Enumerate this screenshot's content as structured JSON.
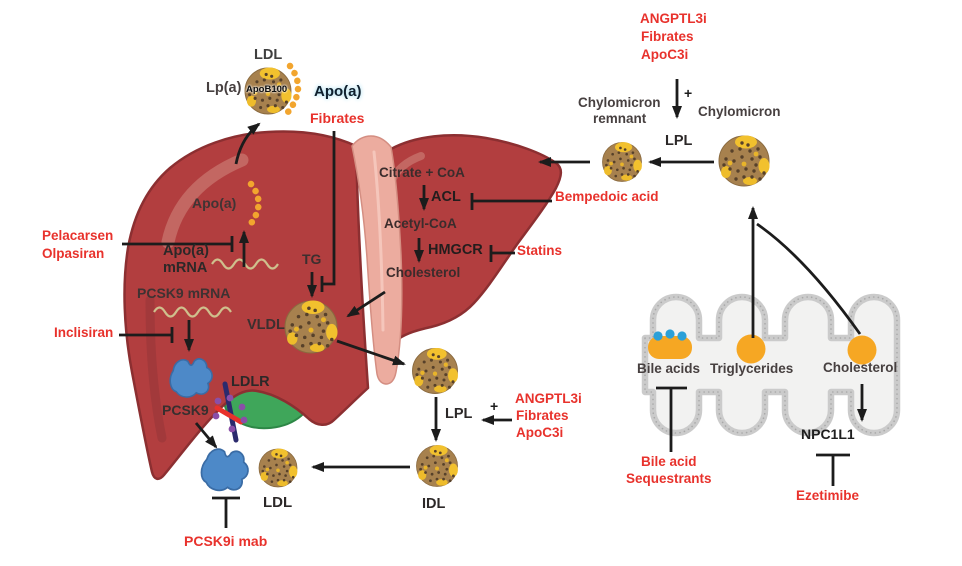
{
  "colors": {
    "drug_red": "#e8322c",
    "liver_red": "#b23e3f",
    "liver_outline": "#8c2f31",
    "vessel_pink": "#ecac9f",
    "particle_brown": "#a7814e",
    "particle_yellow": "#f2c12e",
    "apoa_gold": "#f2a52e",
    "pcsk9_blue": "#4d89c8",
    "gallbladder_green": "#3fa65a",
    "intestine_fill": "#f2f2f1",
    "membrane_gray": "#cbcbcb",
    "gut_orange": "#f6a723",
    "bile_dot_blue": "#2ba0d8",
    "ldlr_navy": "#2b2a6d",
    "ldlr_purple": "#8a4fa8",
    "arrow_black": "#1c1c1c",
    "label_dark": "#474040"
  },
  "lpa_complex": {
    "ldl": "LDL",
    "lpa": "Lp(a)",
    "apob100": "ApoB100",
    "apoa": "Apo(a)"
  },
  "liver": {
    "apoa": "Apo(a)",
    "apoa_mrna": [
      "Apo(a)",
      "mRNA"
    ],
    "pcsk9_mrna": "PCSK9 mRNA",
    "pcsk9": "PCSK9",
    "ldlr": "LDLR",
    "tg": "TG",
    "vldl": "VLDL",
    "citrate_coa": "Citrate + CoA",
    "acl": "ACL",
    "acetyl_coa": "Acetyl-CoA",
    "hmgcr": "HMGCR",
    "cholesterol": "Cholesterol"
  },
  "drugs": {
    "fibrates_top": "Fibrates",
    "pelacarsen": "Pelacarsen",
    "olpasiran": "Olpasiran",
    "inclisiran": "Inclisiran",
    "pcsk9i_mab": "PCSK9i mab",
    "bempedoic_acid": "Bempedoic acid",
    "statins": "Statins",
    "angptl3i_block": [
      "ANGPTL3i",
      "Fibrates",
      "ApoC3i"
    ],
    "bile_acid_sequestrants": [
      "Bile acid",
      "Sequestrants"
    ],
    "ezetimibe": "Ezetimibe"
  },
  "plasma": {
    "ldl": "LDL",
    "idl": "IDL",
    "lpl": "LPL",
    "plus": "+",
    "chylomicron": "Chylomicron",
    "chylomicron_remnant": [
      "Chylomicron",
      "remnant"
    ],
    "lpl_top": "LPL",
    "plus_top": "+"
  },
  "intestine": {
    "bile_acids": "Bile acids",
    "triglycerides": "Triglycerides",
    "cholesterol": "Cholesterol",
    "npc1l1": "NPC1L1"
  }
}
